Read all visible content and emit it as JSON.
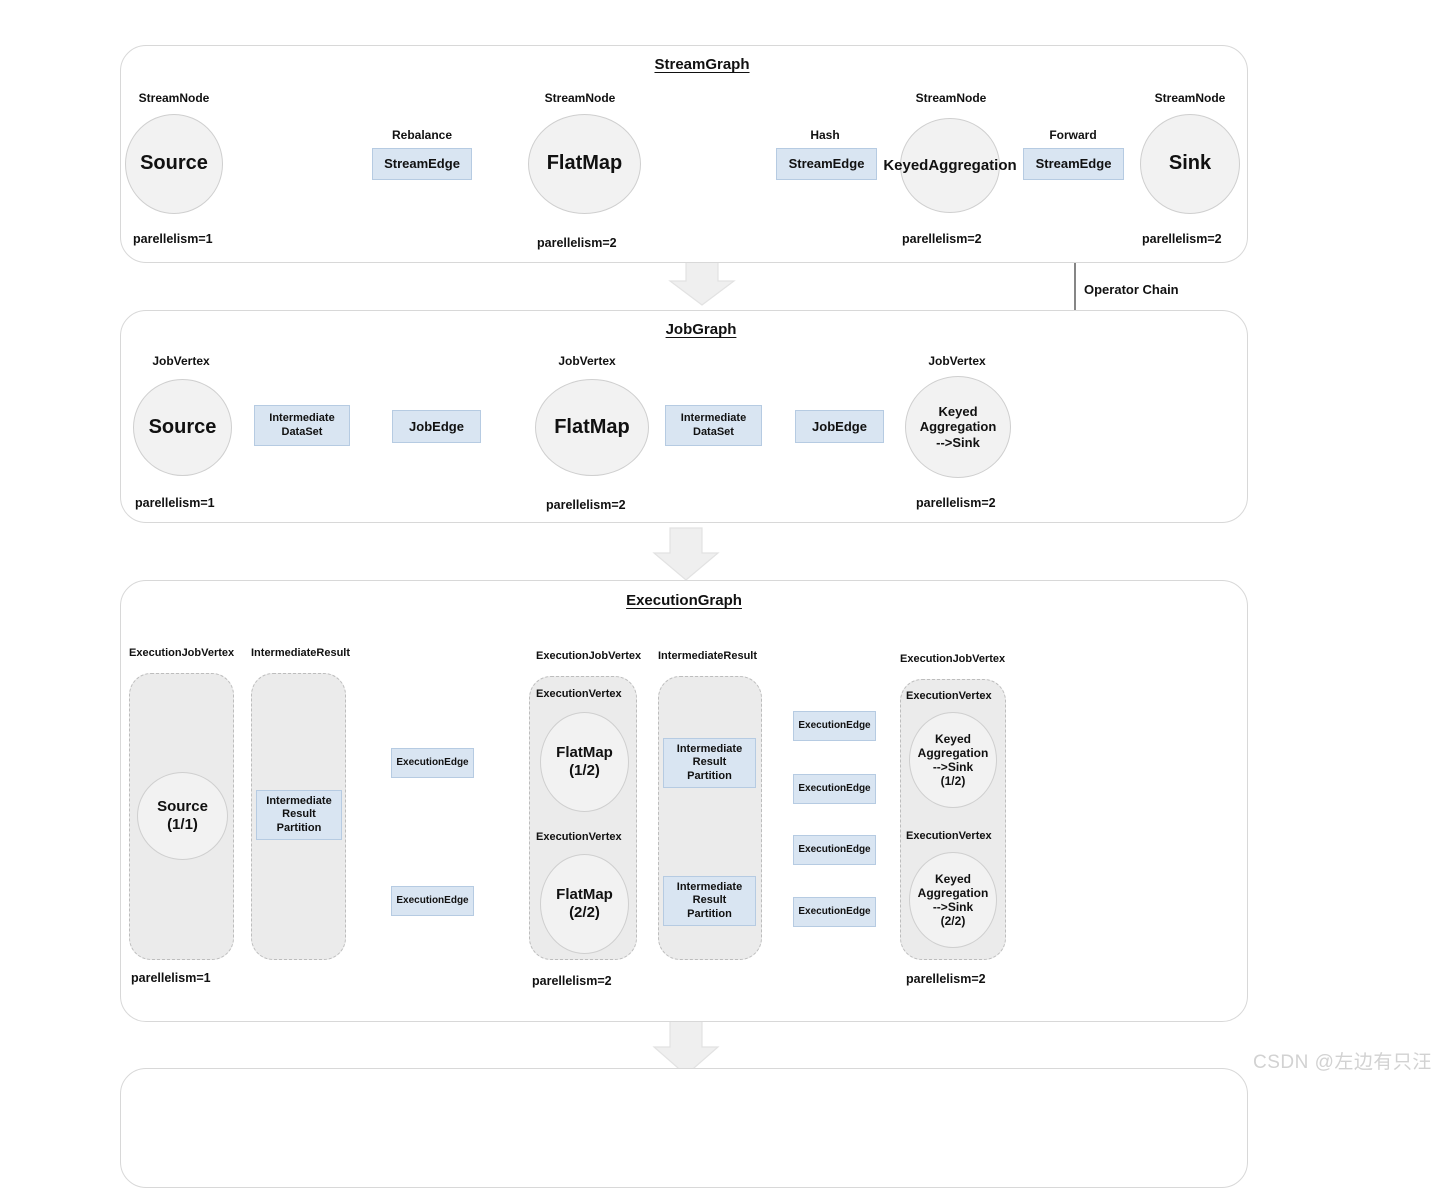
{
  "diagram": {
    "title_hidden": "",
    "watermark": "CSDN @左边有只汪",
    "labels": {
      "operator_chain": "Operator Chain",
      "stream_node": "StreamNode",
      "job_vertex": "JobVertex",
      "execution_job_vertex": "ExecutionJobVertex",
      "execution_vertex": "ExecutionVertex",
      "intermediate_result": "IntermediateResult",
      "p1": "parellelism=1",
      "p2": "parellelism=2"
    },
    "colors": {
      "panel_border": "#d8d8d8",
      "circle_fill": "#f2f2f2",
      "circle_border": "#cfcfcf",
      "blue_fill": "#d9e5f2",
      "blue_border": "#b6cbe2",
      "group_fill": "#ebebeb",
      "group_border": "#bdbdbd",
      "arrow_fill": "#efefef",
      "arrow_stroke": "#d8d8d8",
      "watermark": "#d2d2d2"
    }
  },
  "streamgraph": {
    "title": "StreamGraph",
    "nodes": [
      {
        "type": "StreamNode",
        "label": "Source",
        "parallelism": "parellelism=1"
      },
      {
        "type": "StreamNode",
        "label": "FlatMap",
        "parallelism": "parellelism=2"
      },
      {
        "type": "StreamNode",
        "label": "Keyed\nAggregation",
        "parallelism": "parellelism=2"
      },
      {
        "type": "StreamNode",
        "label": "Sink",
        "parallelism": "parellelism=2"
      }
    ],
    "node_labels": {
      "source": "Source",
      "flatmap": "FlatMap",
      "keyed_agg_l1": "Keyed",
      "keyed_agg_l2": "Aggregation",
      "sink": "Sink"
    },
    "edges": [
      {
        "strategy": "Rebalance",
        "label": "StreamEdge"
      },
      {
        "strategy": "Hash",
        "label": "StreamEdge"
      },
      {
        "strategy": "Forward",
        "label": "StreamEdge"
      }
    ]
  },
  "jobgraph": {
    "title": "JobGraph",
    "node_type": "JobVertex",
    "node_labels": {
      "source": "Source",
      "flatmap": "FlatMap",
      "keyed_agg_l1": "Keyed",
      "keyed_agg_l2": "Aggregation",
      "keyed_agg_l3": "-->Sink"
    },
    "intermediate_dataset": {
      "line1": "Intermediate",
      "line2": "DataSet"
    },
    "job_edge": "JobEdge",
    "parallelism": {
      "source": "parellelism=1",
      "flatmap": "parellelism=2",
      "keyed": "parellelism=2"
    }
  },
  "executiongraph": {
    "title": "ExecutionGraph",
    "group_types": {
      "ejv": "ExecutionJobVertex",
      "ir": "IntermediateResult",
      "ev": "ExecutionVertex"
    },
    "nodes": {
      "source_l1": "Source",
      "source_l2": "(1/1)",
      "flatmap1_l1": "FlatMap",
      "flatmap1_l2": "(1/2)",
      "flatmap2_l1": "FlatMap",
      "flatmap2_l2": "(2/2)",
      "keyed1_l1": "Keyed",
      "keyed1_l2": "Aggregation",
      "keyed1_l3": "-->Sink",
      "keyed1_l4": "(1/2)",
      "keyed2_l1": "Keyed",
      "keyed2_l2": "Aggregation",
      "keyed2_l3": "-->Sink",
      "keyed2_l4": "(2/2)"
    },
    "partition": {
      "line1": "Intermediate",
      "line2": "Result",
      "line3": "Partition"
    },
    "execution_edge": "ExecutionEdge",
    "parallelism": {
      "source": "parellelism=1",
      "flatmap": "parellelism=2",
      "keyed": "parellelism=2"
    }
  }
}
